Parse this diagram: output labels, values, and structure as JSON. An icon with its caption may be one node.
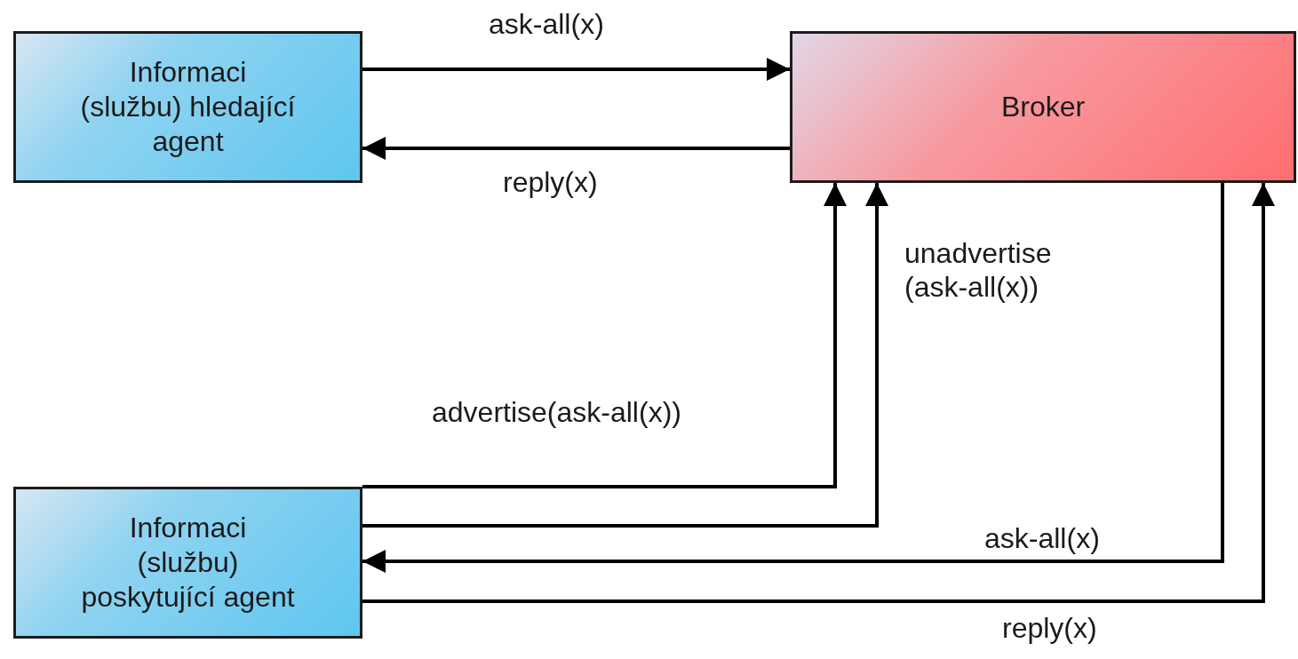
{
  "diagram": {
    "nodes": [
      {
        "text": [
          "Informaci (službu) hledající agent"
        ]
      },
      {
        "text": [
          "Broker"
        ]
      },
      {
        "text": [
          "Informaci (službu) poskytující agent"
        ]
      }
    ],
    "edges": [
      {
        "from": 0,
        "to": 1,
        "arrow": "to",
        "label": "ask-all(x)"
      },
      {
        "from": 1,
        "to": 0,
        "arrow": "to",
        "label": "reply(x)"
      },
      {
        "from": 2,
        "to": 1,
        "arrow": "to",
        "label": "advertise(ask-all(x))"
      },
      {
        "from": 2,
        "to": 1,
        "arrow": "to",
        "label": "unadvertise (ask-all(x))"
      },
      {
        "from": 1,
        "to": 2,
        "arrow": "to",
        "label": "ask-all(x)"
      },
      {
        "from": 2,
        "to": 1,
        "arrow": "to",
        "label": "reply(x)"
      }
    ]
  }
}
